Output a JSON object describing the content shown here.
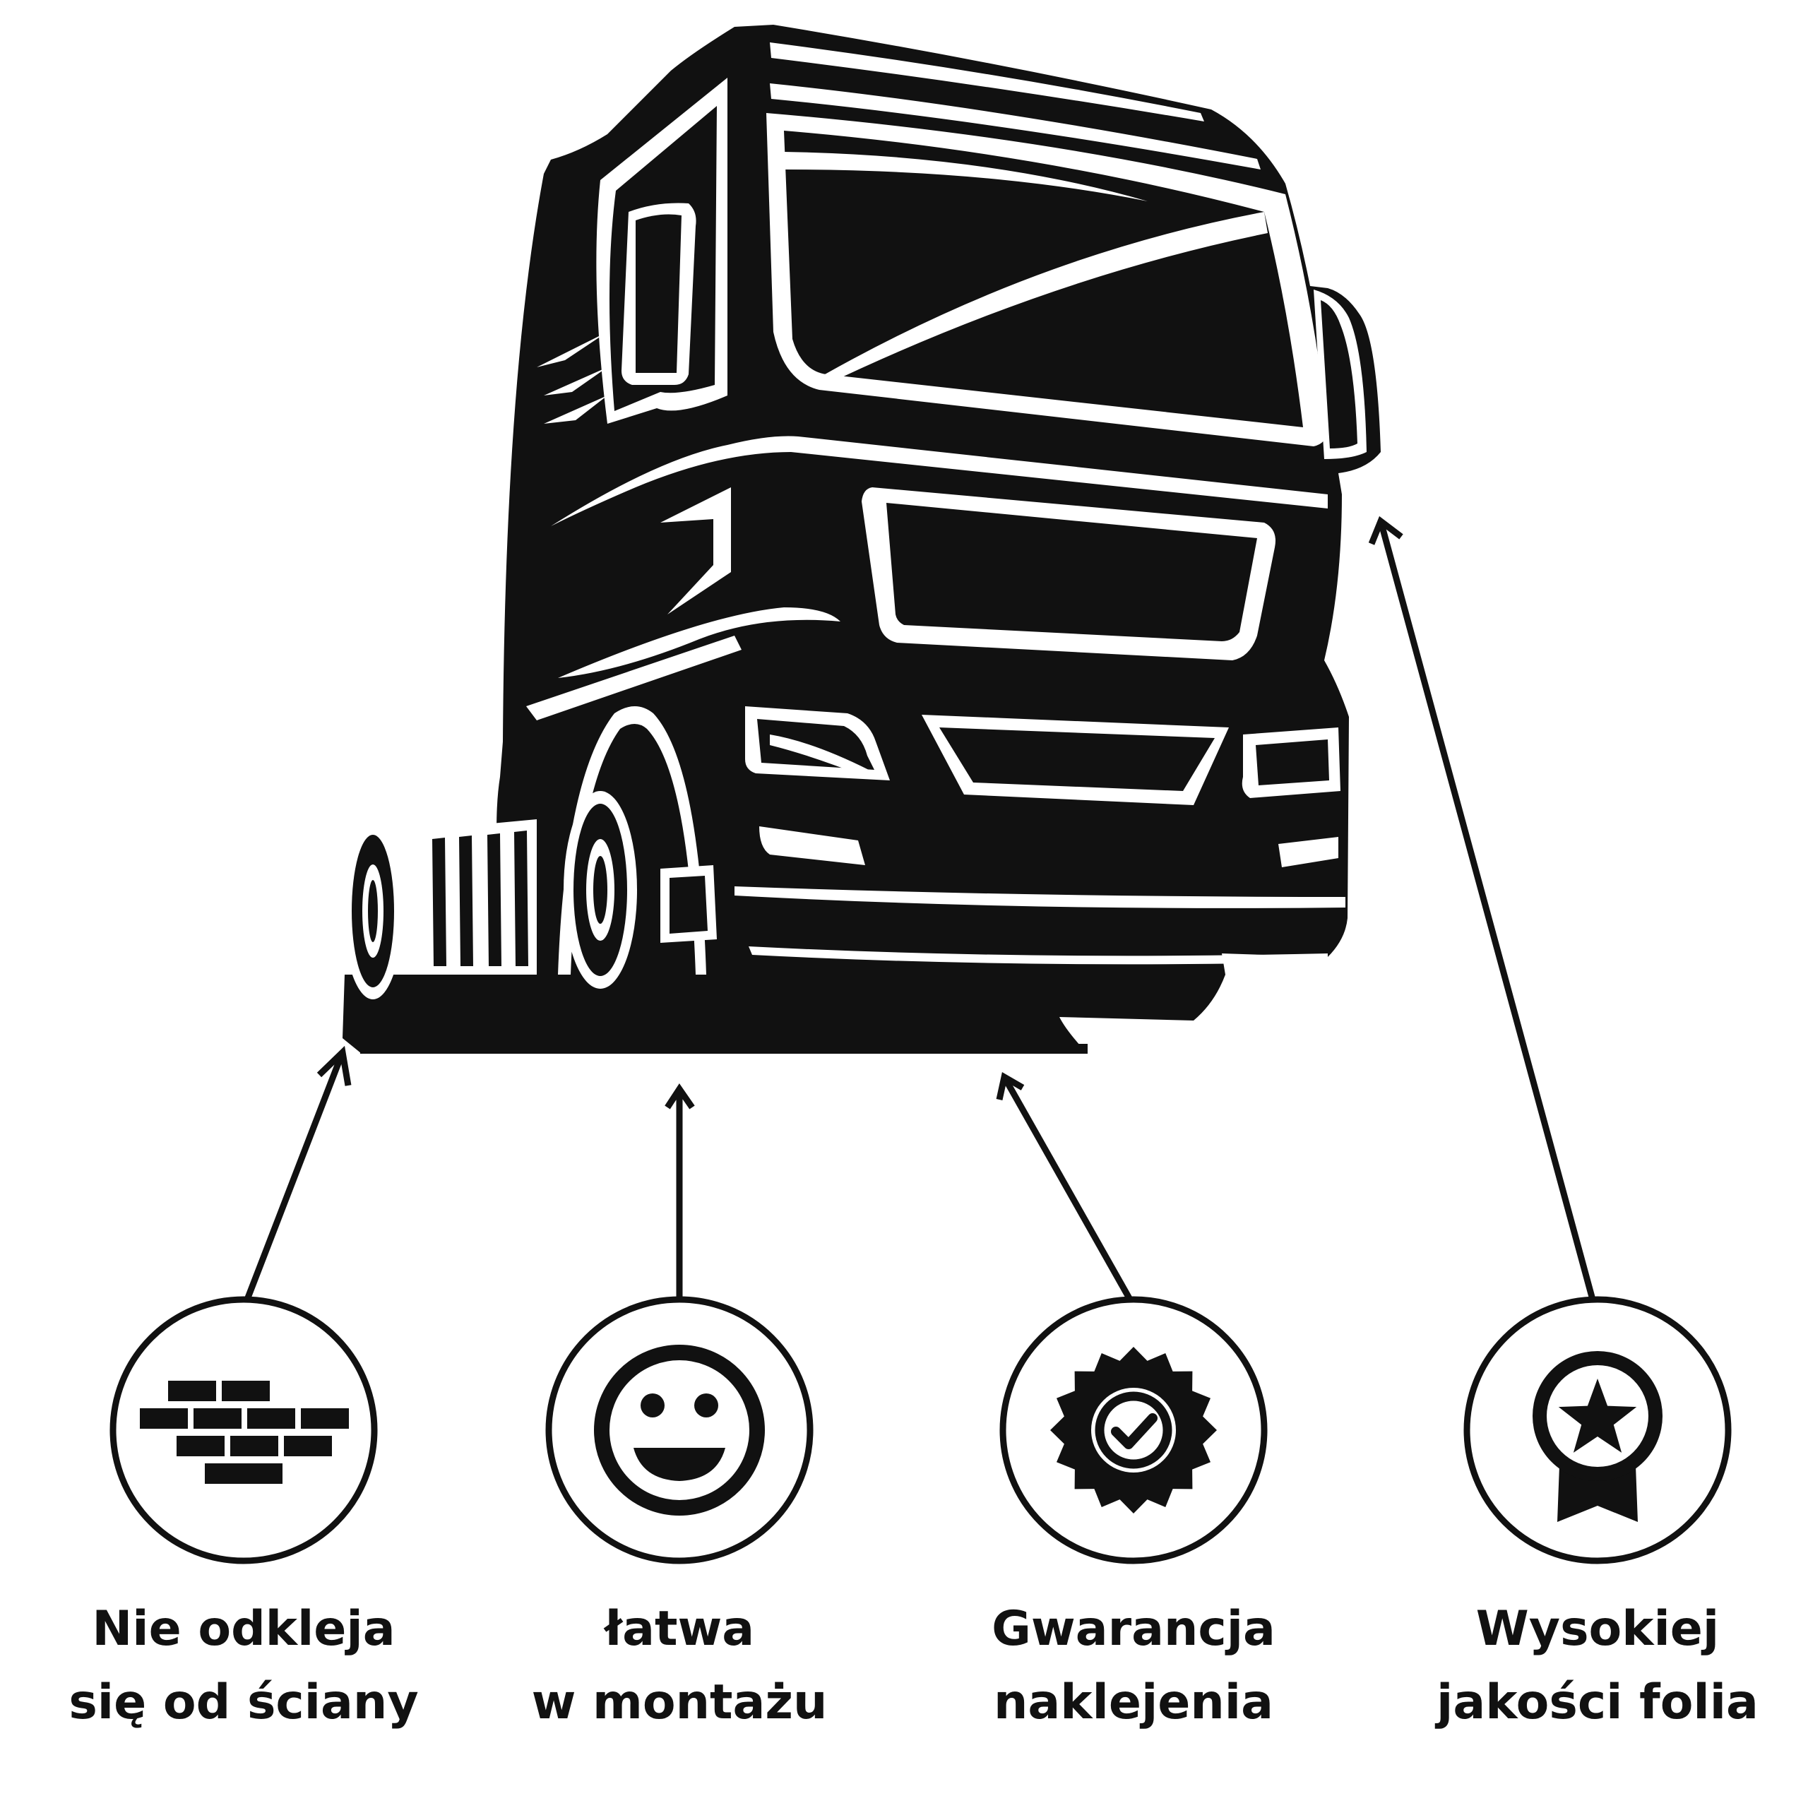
{
  "colors": {
    "ink": "#111111",
    "background": "#ffffff"
  },
  "illustration": {
    "icon": "truck-cab-icon"
  },
  "features": [
    {
      "icon": "brick-wall-icon",
      "line1": "Nie odkleja",
      "line2": "się od ściany"
    },
    {
      "icon": "smiley-face-icon",
      "line1": "łatwa",
      "line2": "w montażu"
    },
    {
      "icon": "badge-check-icon",
      "line1": "Gwarancja",
      "line2": "naklejenia"
    },
    {
      "icon": "award-ribbon-icon",
      "line1": "Wysokiej",
      "line2": "jakości folia"
    }
  ]
}
